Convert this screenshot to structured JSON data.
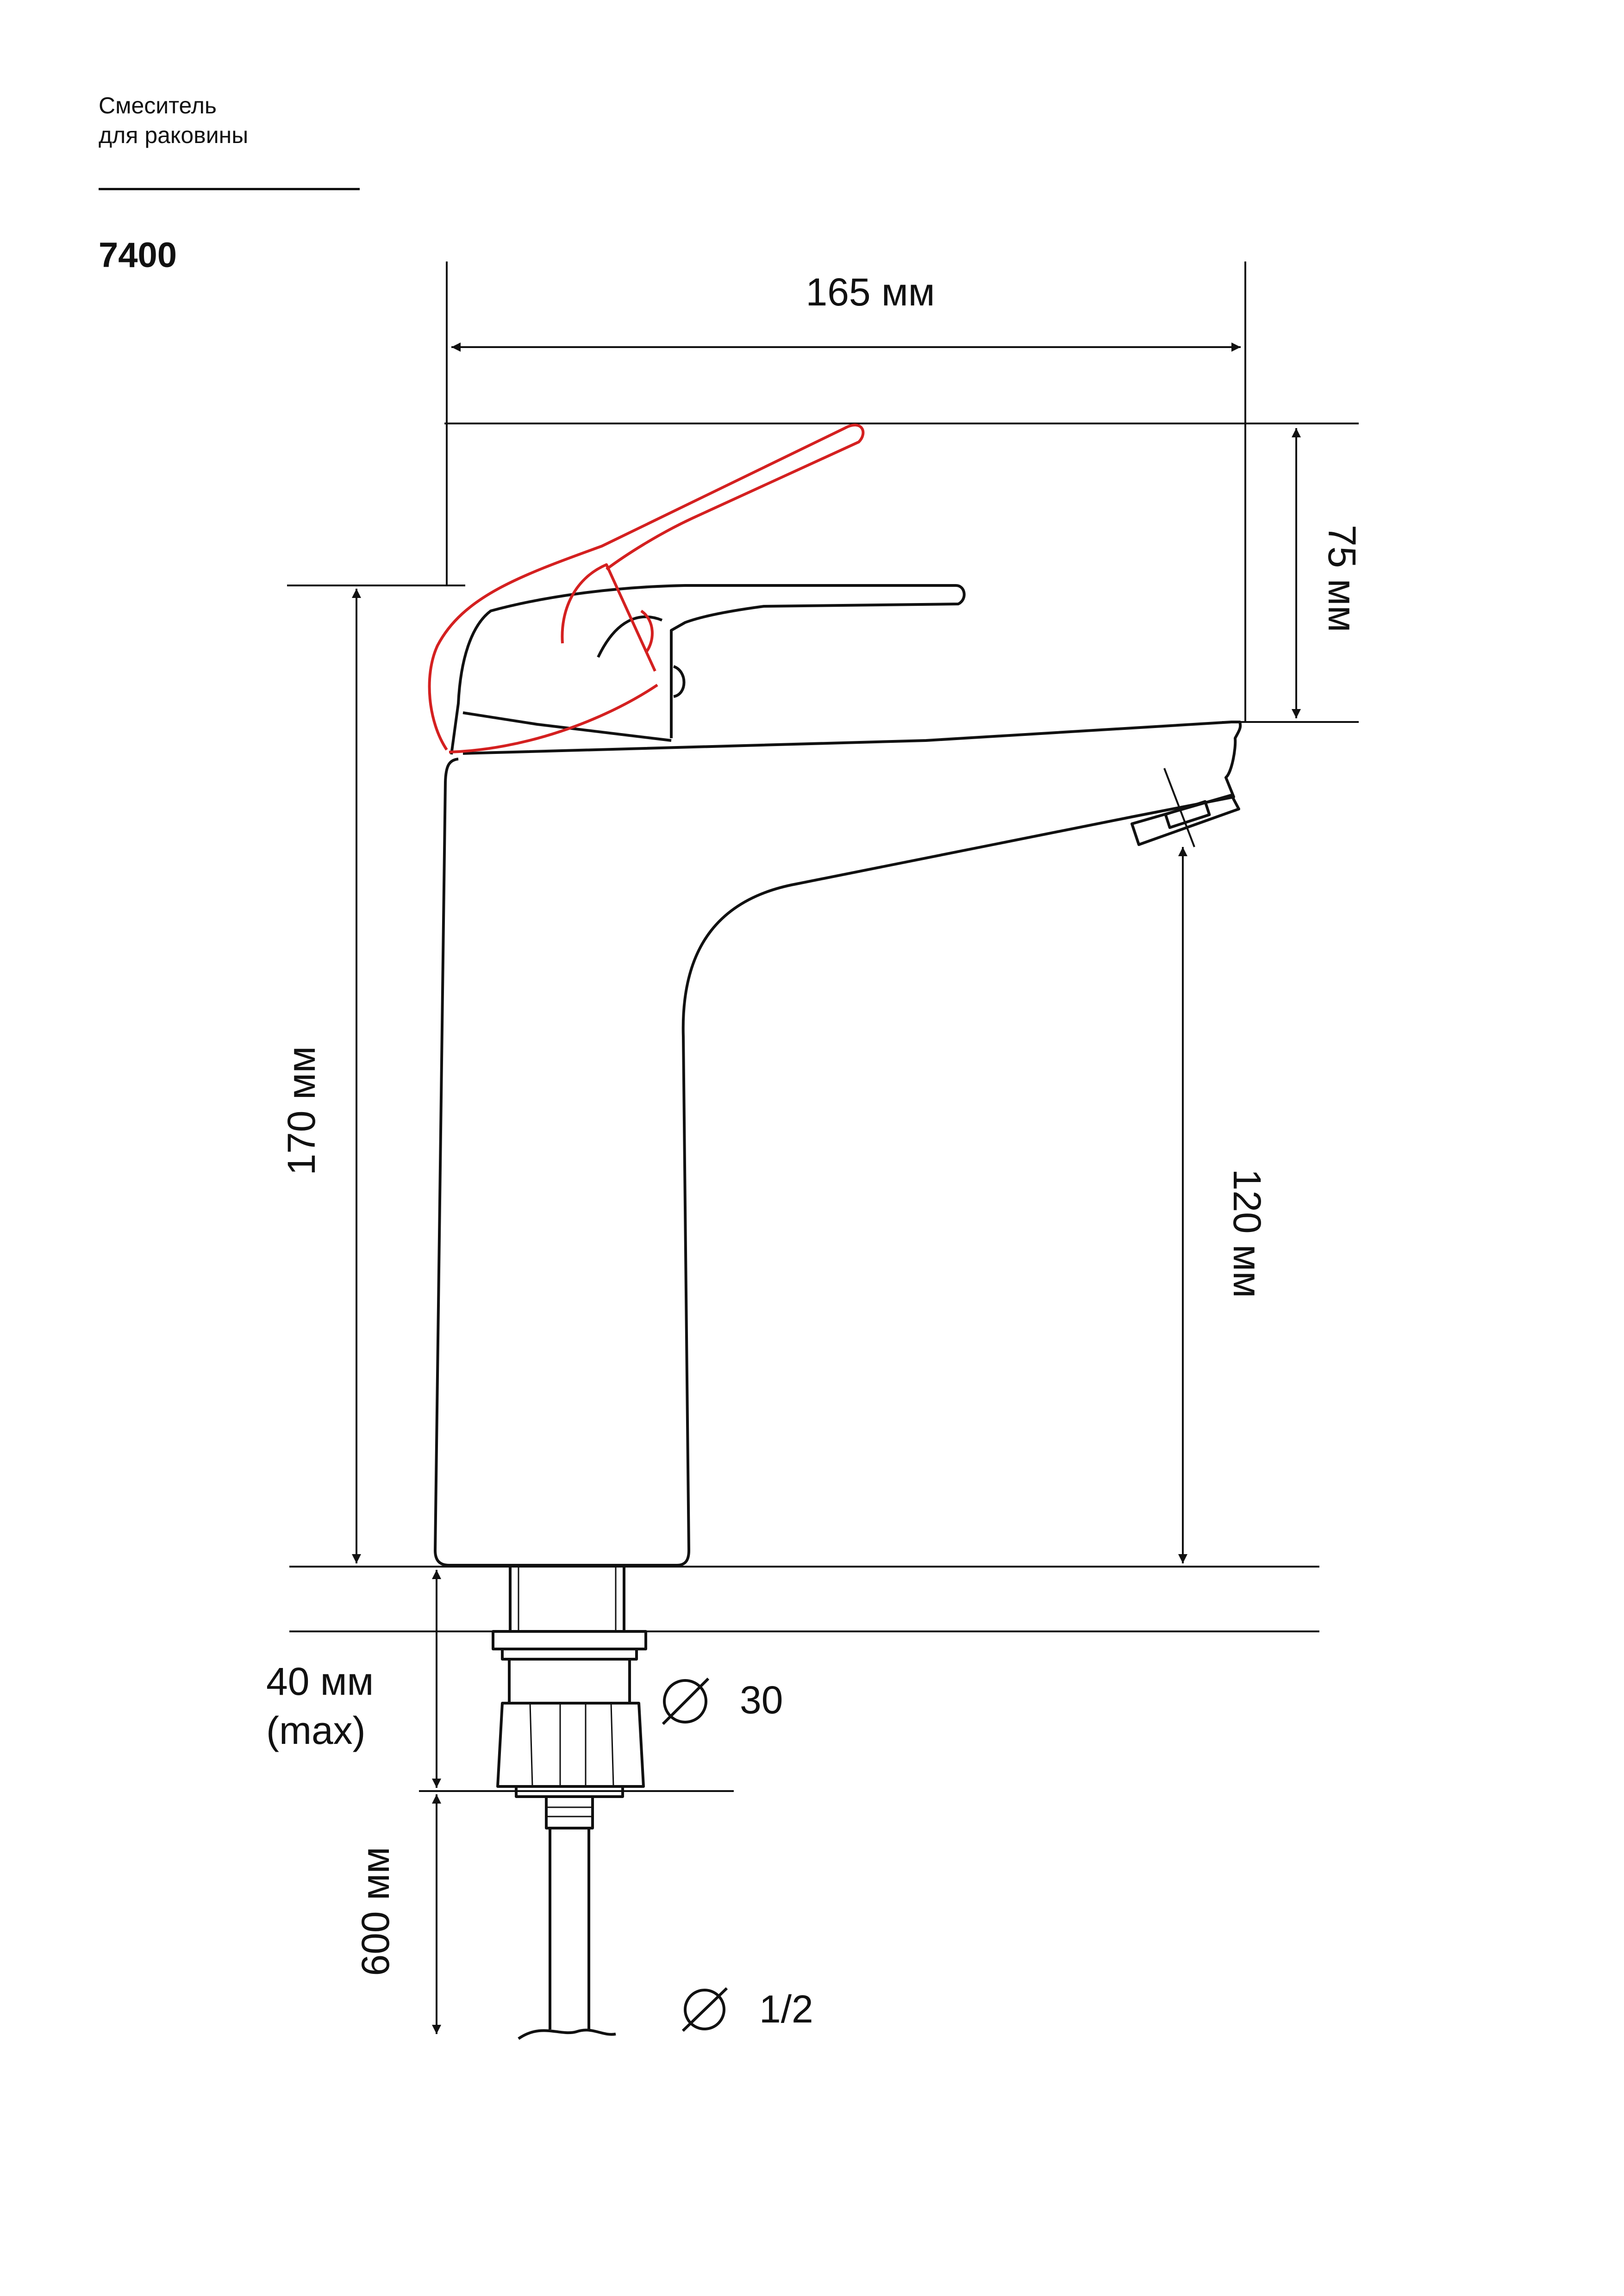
{
  "header": {
    "product_line1": "Смеситель",
    "product_line2": "для раковины",
    "model": "7400"
  },
  "dimensions": {
    "width": "165 мм",
    "lever_rise": "75 мм",
    "total_height": "170 мм",
    "spout_height": "120 мм",
    "mount_thickness": "40 мм",
    "mount_thickness_note": "(max)",
    "hose_length": "600 мм",
    "mount_diameter": "30",
    "hose_diameter": "1/2"
  },
  "colors": {
    "line": "#111111",
    "lever_open_position": "#d42020"
  }
}
